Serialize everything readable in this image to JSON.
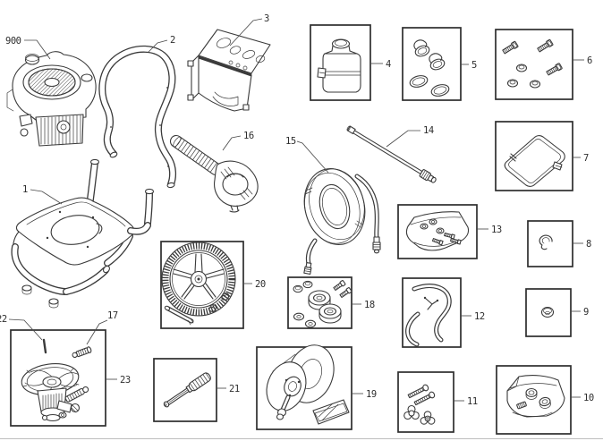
{
  "palette": {
    "background": "#ffffff",
    "ink": "#3a3a3a",
    "box_border": "#2d2d2d",
    "label_color": "#2e2e2e"
  },
  "parts": [
    {
      "label": "900",
      "name": "engine"
    },
    {
      "label": "1",
      "name": "cart-base-frame"
    },
    {
      "label": "2",
      "name": "handle"
    },
    {
      "label": "3",
      "name": "engine-mount-bracket"
    },
    {
      "label": "4",
      "name": "detergent-tank-kit"
    },
    {
      "label": "5",
      "name": "tank-cap-and-oring-kit"
    },
    {
      "label": "6",
      "name": "bolt-and-nut-kit"
    },
    {
      "label": "7",
      "name": "panel-kit"
    },
    {
      "label": "8",
      "name": "retainer-clip-kit"
    },
    {
      "label": "9",
      "name": "grommet-kit"
    },
    {
      "label": "10",
      "name": "fitting-bag-kit"
    },
    {
      "label": "11",
      "name": "bolt-and-knob-kit"
    },
    {
      "label": "12",
      "name": "chemical-hose-kit"
    },
    {
      "label": "13",
      "name": "hardware-bag-kit"
    },
    {
      "label": "14",
      "name": "spray-wand"
    },
    {
      "label": "15",
      "name": "high-pressure-hose"
    },
    {
      "label": "16",
      "name": "spray-gun"
    },
    {
      "label": "17",
      "name": "outlet-fitting"
    },
    {
      "label": "18",
      "name": "wheel-bearing-hardware-kit"
    },
    {
      "label": "19",
      "name": "hose-reel-kit"
    },
    {
      "label": "20",
      "name": "wheel-kit"
    },
    {
      "label": "21",
      "name": "nozzle-extension-kit"
    },
    {
      "label": "22",
      "name": "shaft-key"
    },
    {
      "label": "23",
      "name": "pump-assembly-kit"
    }
  ]
}
